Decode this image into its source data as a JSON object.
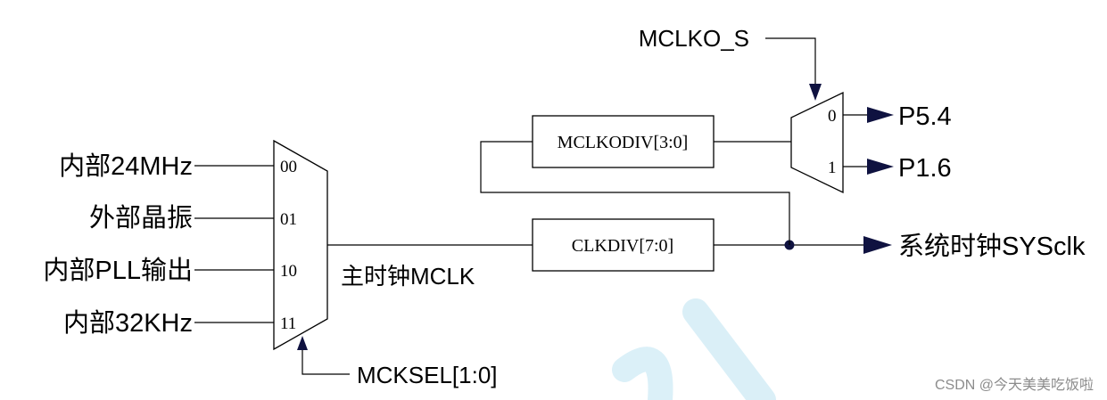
{
  "inputs": [
    {
      "label": "内部24MHz",
      "code": "00"
    },
    {
      "label": "外部晶振",
      "code": "01"
    },
    {
      "label": "内部PLL输出",
      "code": "10"
    },
    {
      "label": "内部32KHz",
      "code": "11"
    }
  ],
  "mcksel_label": "MCKSEL[1:0]",
  "main_clock_label": "主时钟MCLK",
  "clkdiv_label": "CLKDIV[7:0]",
  "sysclk_label": "系统时钟SYSclk",
  "mclkodiv_label": "MCLKODIV[3:0]",
  "mclko_s_label": "MCLKO_S",
  "output_mux": [
    {
      "code": "0",
      "pin": "P5.4"
    },
    {
      "code": "1",
      "pin": "P1.6"
    }
  ],
  "watermark": "CSDN @今天美美吃饭啦",
  "colors": {
    "line": "#000000",
    "arrow": "#0f1240",
    "watermark_logo": "#d7eef7"
  }
}
